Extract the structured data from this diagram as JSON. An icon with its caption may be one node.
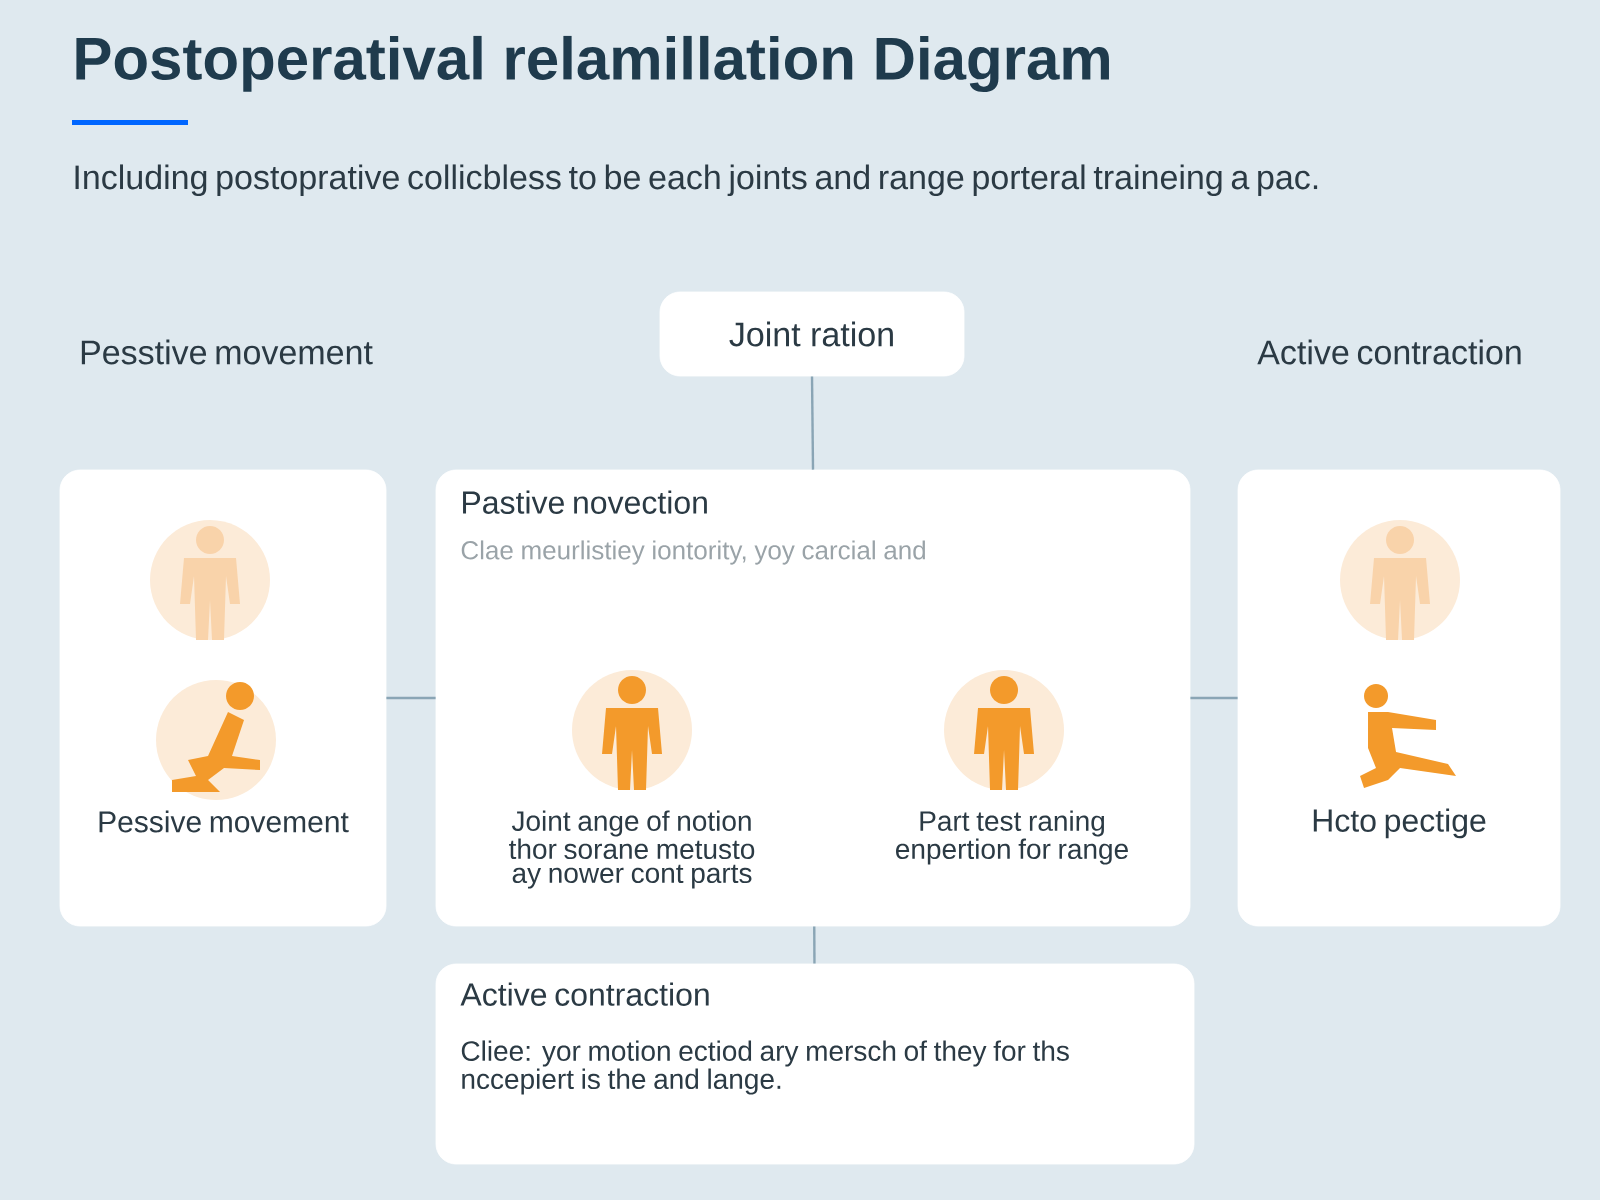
{
  "diagram": {
    "title": "Postoperatival relamillation Diagram",
    "nodes": [
      {
        "text": [
          "Pesstive movement"
        ]
      },
      {
        "text": [
          "Joint ration"
        ]
      },
      {
        "text": [
          "Active contraction"
        ]
      },
      {
        "text": [
          "Pessive movement"
        ]
      },
      {
        "text": [
          "Pastive novection",
          "Clae meurlistiey iontority, yoy carcial and",
          "Joint ange of notion thor sorane metusto ay nower cont parts",
          "Part test raning enpertion for range"
        ]
      },
      {
        "text": [
          "Hcto pectige"
        ]
      },
      {
        "text": [
          "Active contraction",
          "Cliee: yor motion ectiod ary mersch of they for ths nccepiert is the and lange."
        ]
      }
    ],
    "edges": [
      {
        "from": 1,
        "to": 4,
        "arrow": "none"
      },
      {
        "from": 3,
        "to": 4,
        "arrow": "none"
      },
      {
        "from": 4,
        "to": 5,
        "arrow": "none"
      },
      {
        "from": 4,
        "to": 6,
        "arrow": "none"
      }
    ],
    "labels": [
      "Including postoprative collicbless to be each joints and range porteral traineing a pac."
    ]
  }
}
